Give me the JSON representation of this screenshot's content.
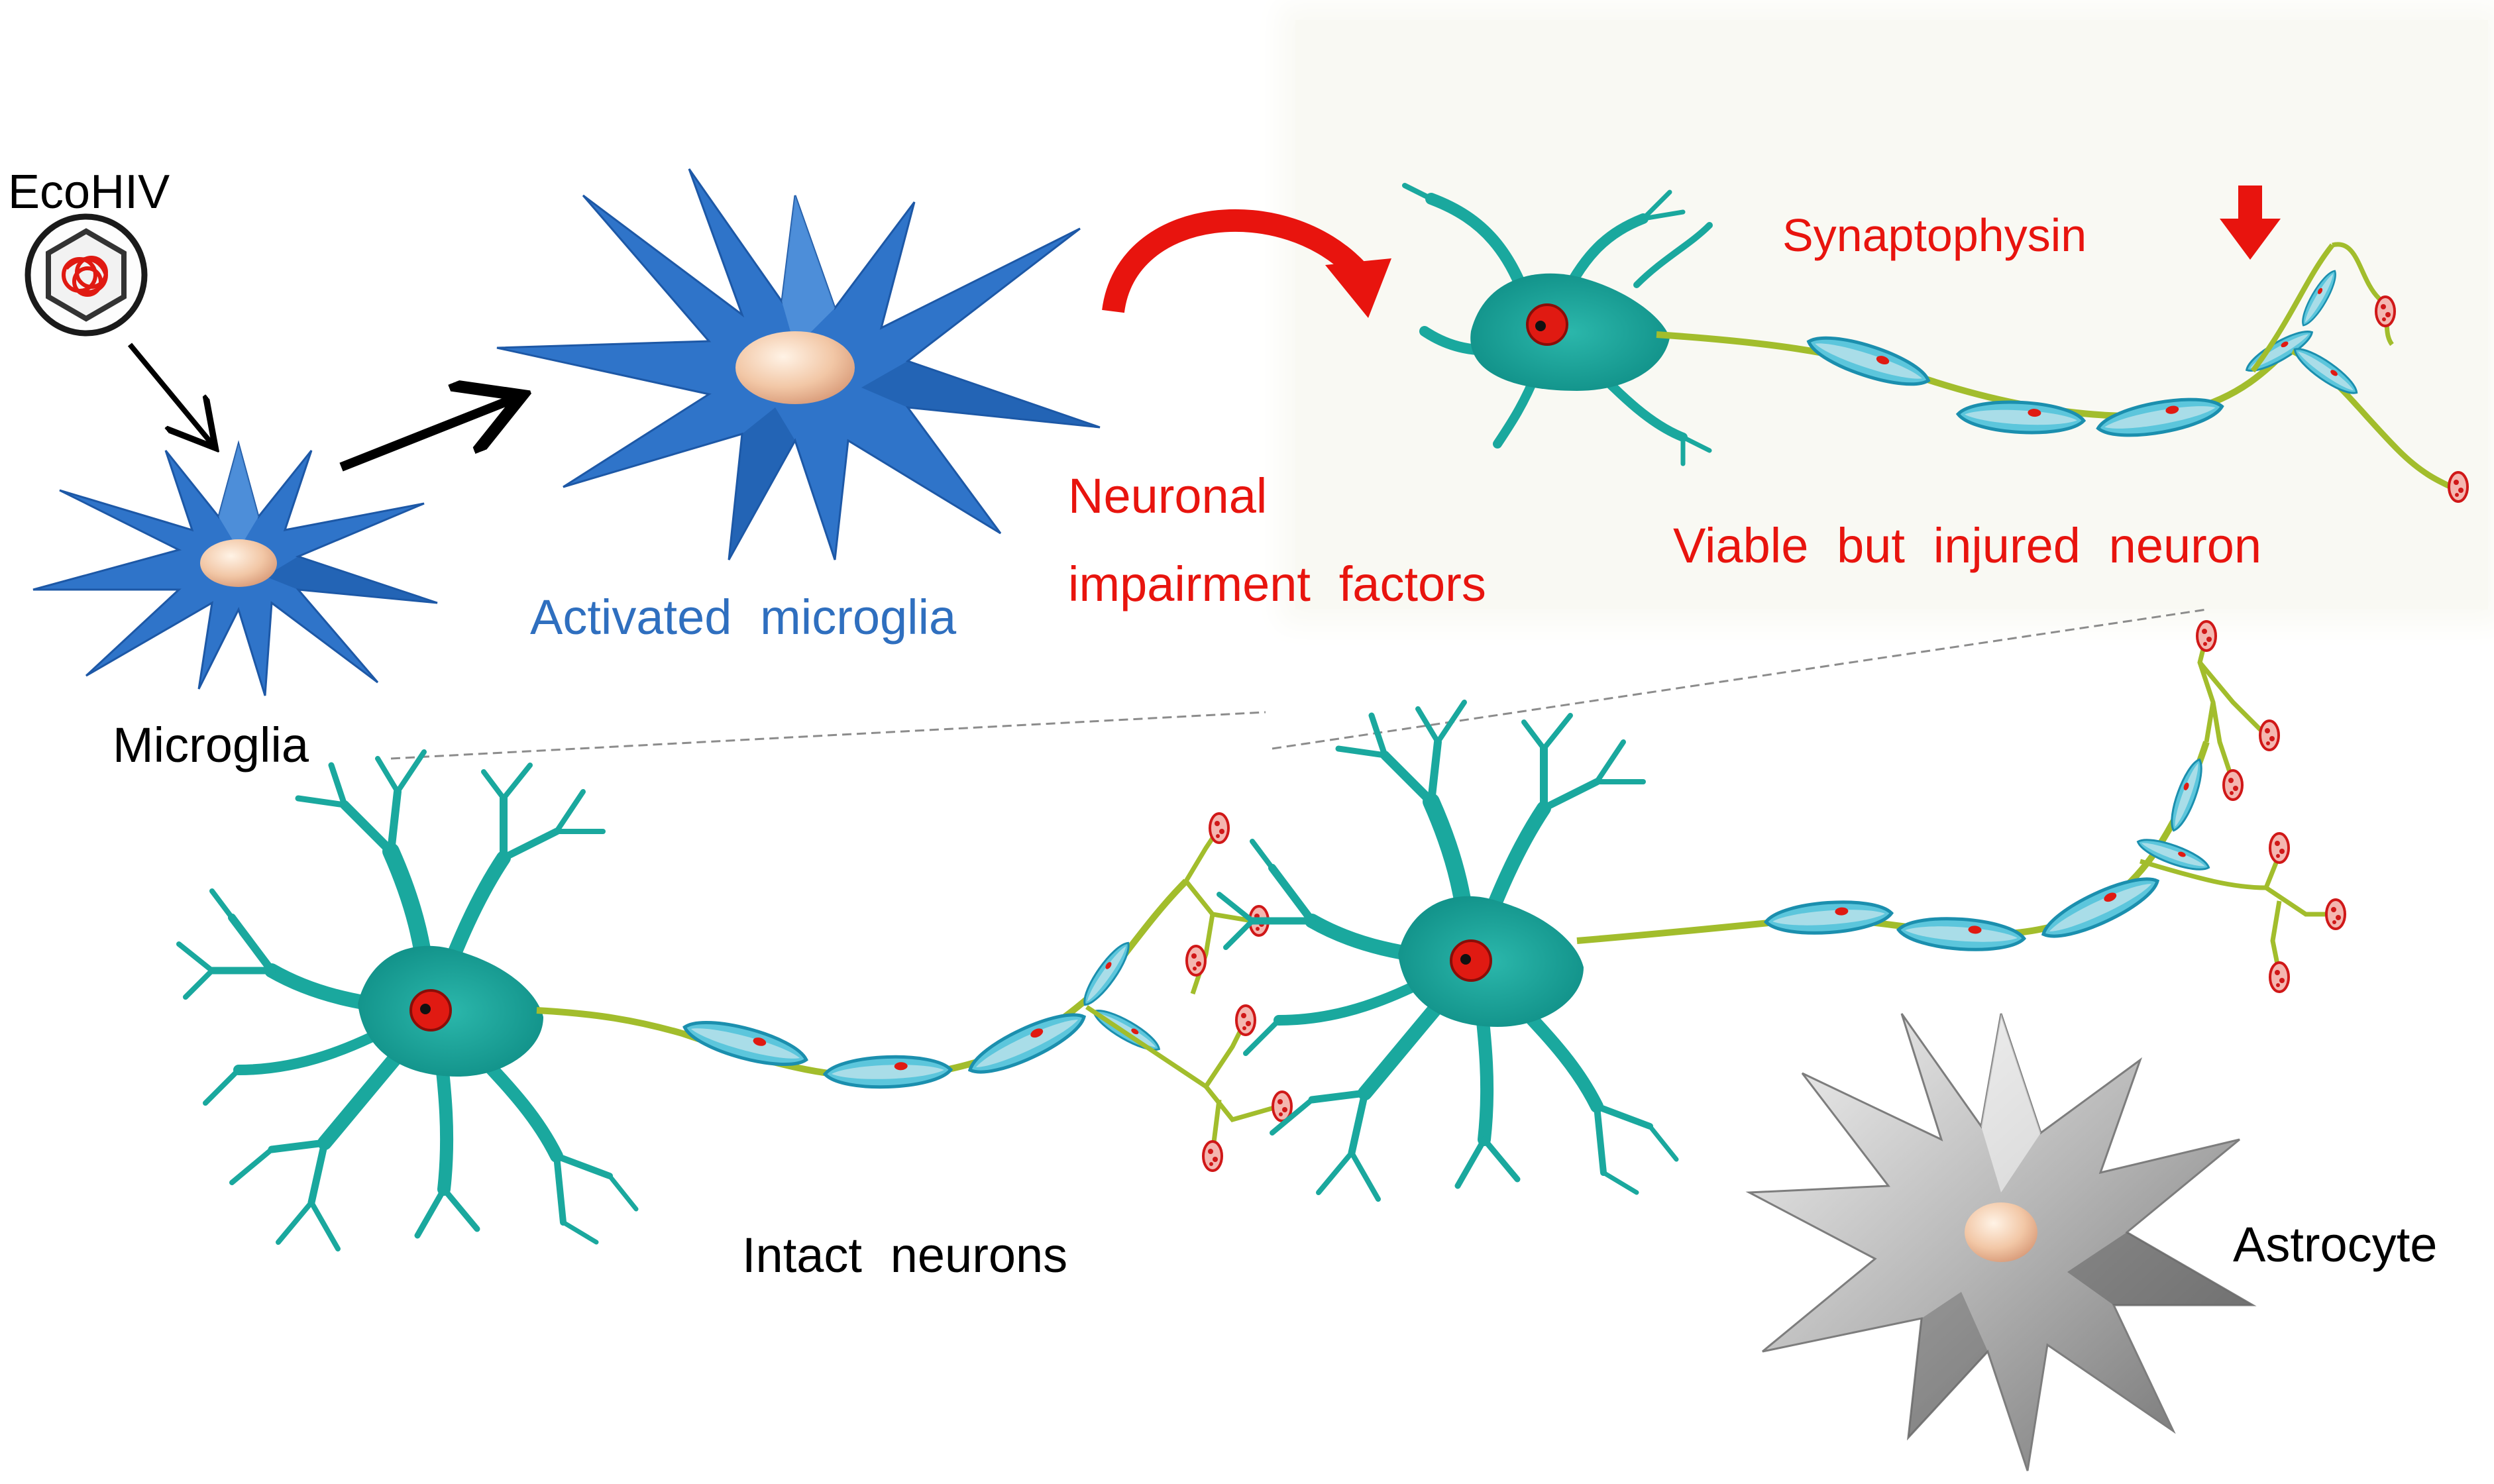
{
  "labels": {
    "virus": "EcoHIV",
    "microglia": "Microglia",
    "activated_microglia": "Activated  microglia",
    "impairment_line1": "Neuronal",
    "impairment_line2": "impairment  factors",
    "synaptophysin": "Synaptophysin",
    "injured_neuron": "Viable  but  injured  neuron",
    "intact_neurons": "Intact  neurons",
    "astrocyte": "Astrocyte"
  },
  "icons": {
    "virus": "virus-icon",
    "microglia": "microglia-cell-icon",
    "activated_microglia": "activated-microglia-cell-icon",
    "injured_neuron": "injured-neuron-icon",
    "intact_neuron": "intact-neuron-icon",
    "astrocyte": "astrocyte-cell-icon",
    "curved_arrow": "curved-arrow-icon",
    "down_arrow": "down-arrow-icon"
  },
  "colors": {
    "microglia": "#2f74c9",
    "microglia_label": "#2f6fbf",
    "red_text": "#e8140e",
    "neuron": "#1aa89e",
    "axon": "#a2bd2c",
    "myelin": "#5cc6dc",
    "astrocyte": "#a8a8a8",
    "nucleus": "#f2c7a6"
  }
}
